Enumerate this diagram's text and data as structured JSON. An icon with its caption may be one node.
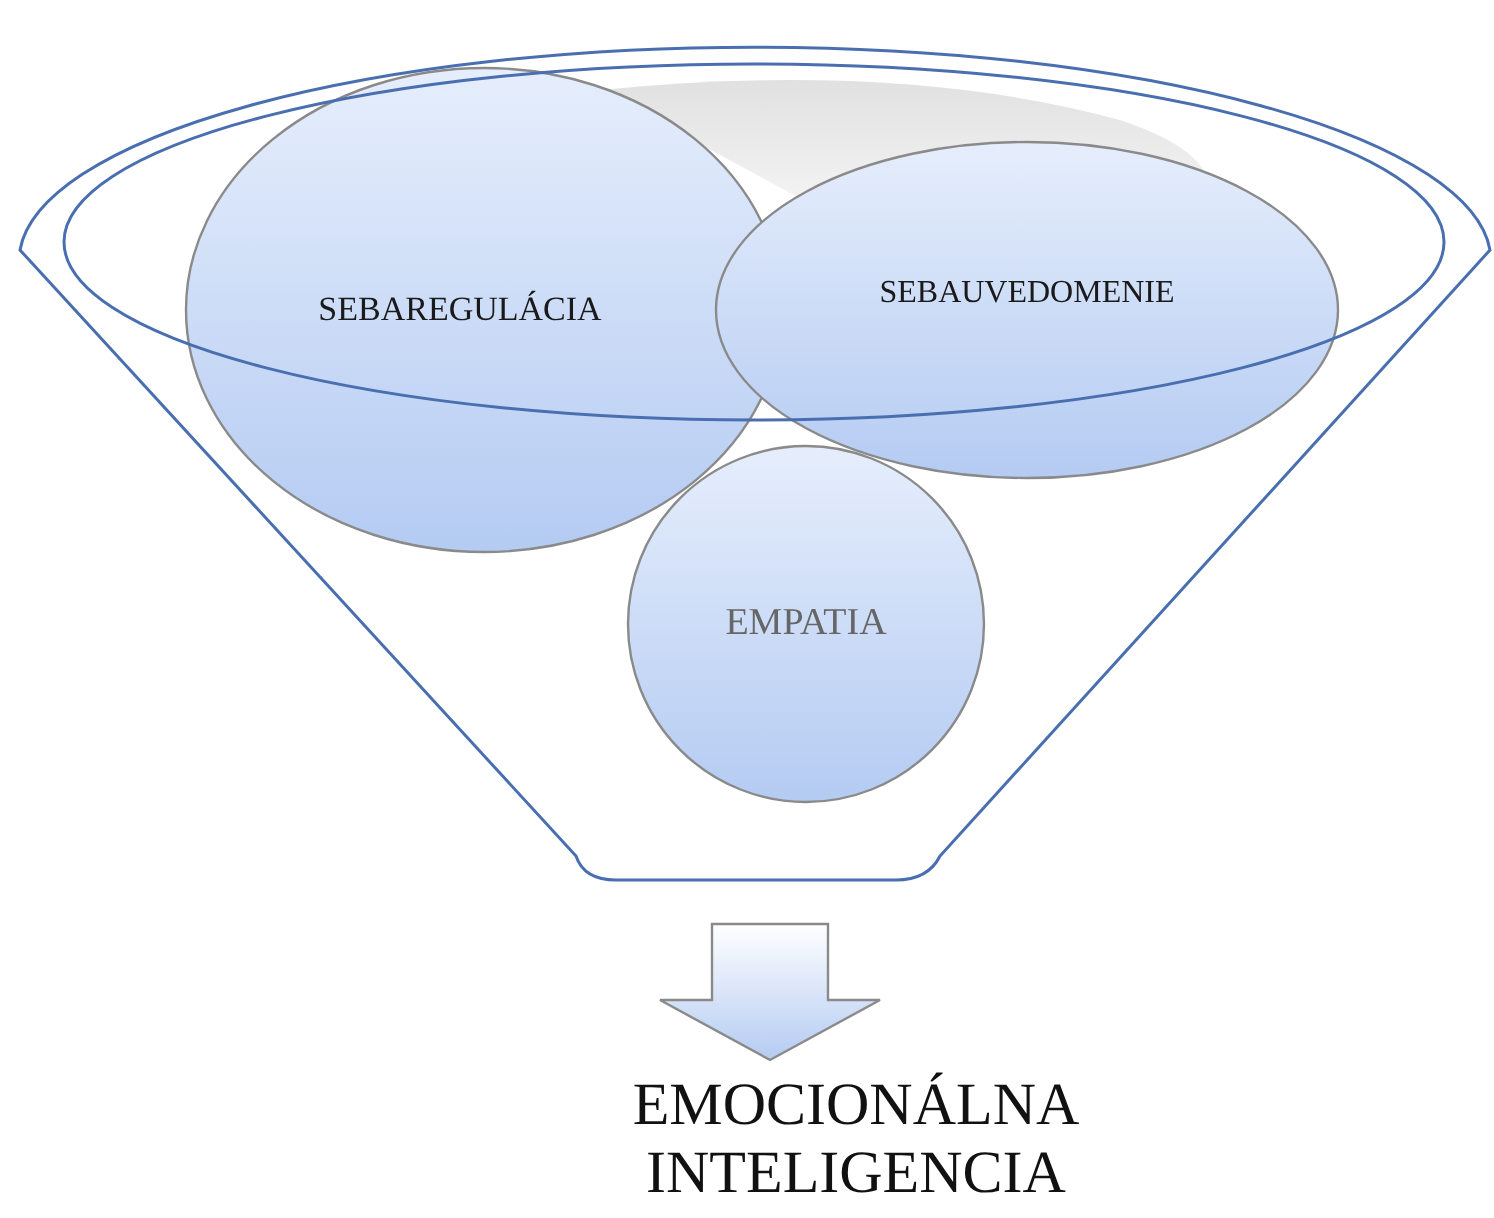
{
  "diagram": {
    "nodes": [
      {
        "text": [],
        "shape": "funnel"
      },
      {
        "text": [
          "SEBAREGULÁCIA"
        ],
        "in": 0
      },
      {
        "text": [
          "SEBAUVEDOMENIE"
        ],
        "in": 0
      },
      {
        "text": [
          "EMPATIA"
        ],
        "in": 0
      },
      {
        "text": [
          "EMOCIONÁLNA INTELIGENCIA"
        ]
      }
    ],
    "edges": [
      {
        "from": 0,
        "to": 4,
        "arrow": "to"
      }
    ]
  }
}
